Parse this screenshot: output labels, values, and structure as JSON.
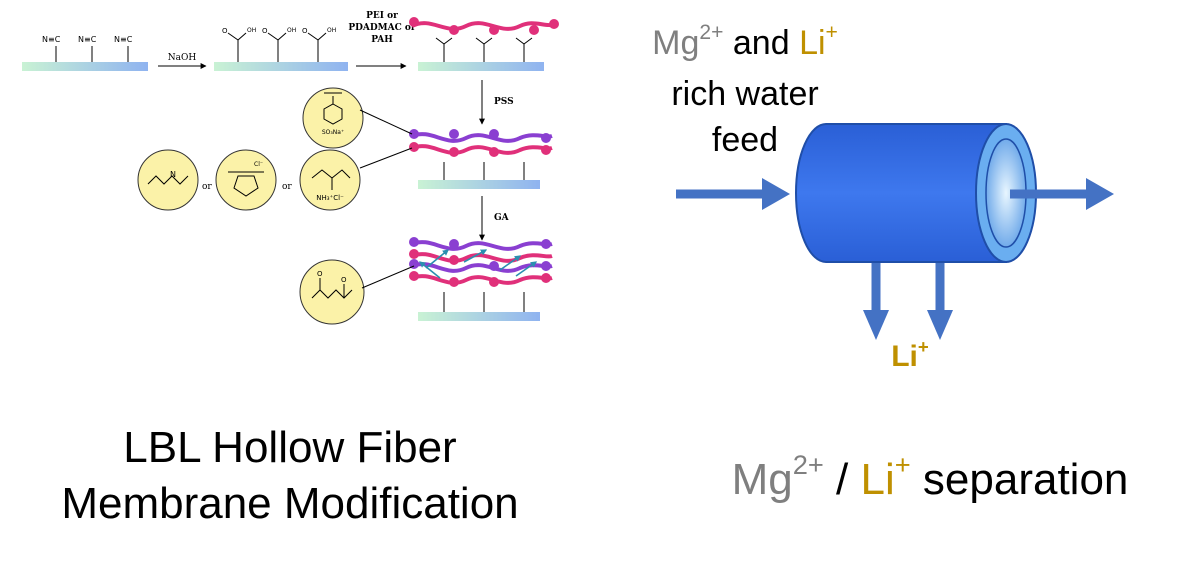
{
  "scheme": {
    "nitrile_label": "N≡C",
    "cooh_label": "OH",
    "carbonyl_o": "O",
    "reagent_naoh": "NaOH",
    "reagent_polycation_lines": [
      "PEI or",
      "PDADMAC or",
      "PAH"
    ],
    "reagent_pss": "PSS",
    "reagent_ga": "GA",
    "or_word": "or",
    "pss_label": "SO₃Na⁺",
    "pei_label": "N",
    "pdadmac_label": "Cl⁻",
    "pah_label": "NH₃⁺Cl⁻",
    "ga_label": "O"
  },
  "feed_label": {
    "mg": "Mg",
    "mg_charge": "2+",
    "and": " and ",
    "li": "Li",
    "li_charge": "+",
    "line2": "rich water",
    "line3": "feed"
  },
  "permeate_label": {
    "li": "Li",
    "li_charge": "+"
  },
  "left_caption": {
    "line1": "LBL Hollow Fiber",
    "line2": "Membrane Modification"
  },
  "right_caption": {
    "mg": "Mg",
    "mg_charge": "2+",
    "slash": " / ",
    "li": "Li",
    "li_charge": "+",
    "rest": " separation"
  },
  "colors": {
    "mg_gray": "#7f7f7f",
    "li_gold": "#bf9000",
    "fiber_blue": "#3b6fe0",
    "arrow_blue": "#4472c4",
    "polycation": "#e0307a",
    "polyanion": "#8a3fd1",
    "molecule_fill": "#fbf2a8"
  }
}
